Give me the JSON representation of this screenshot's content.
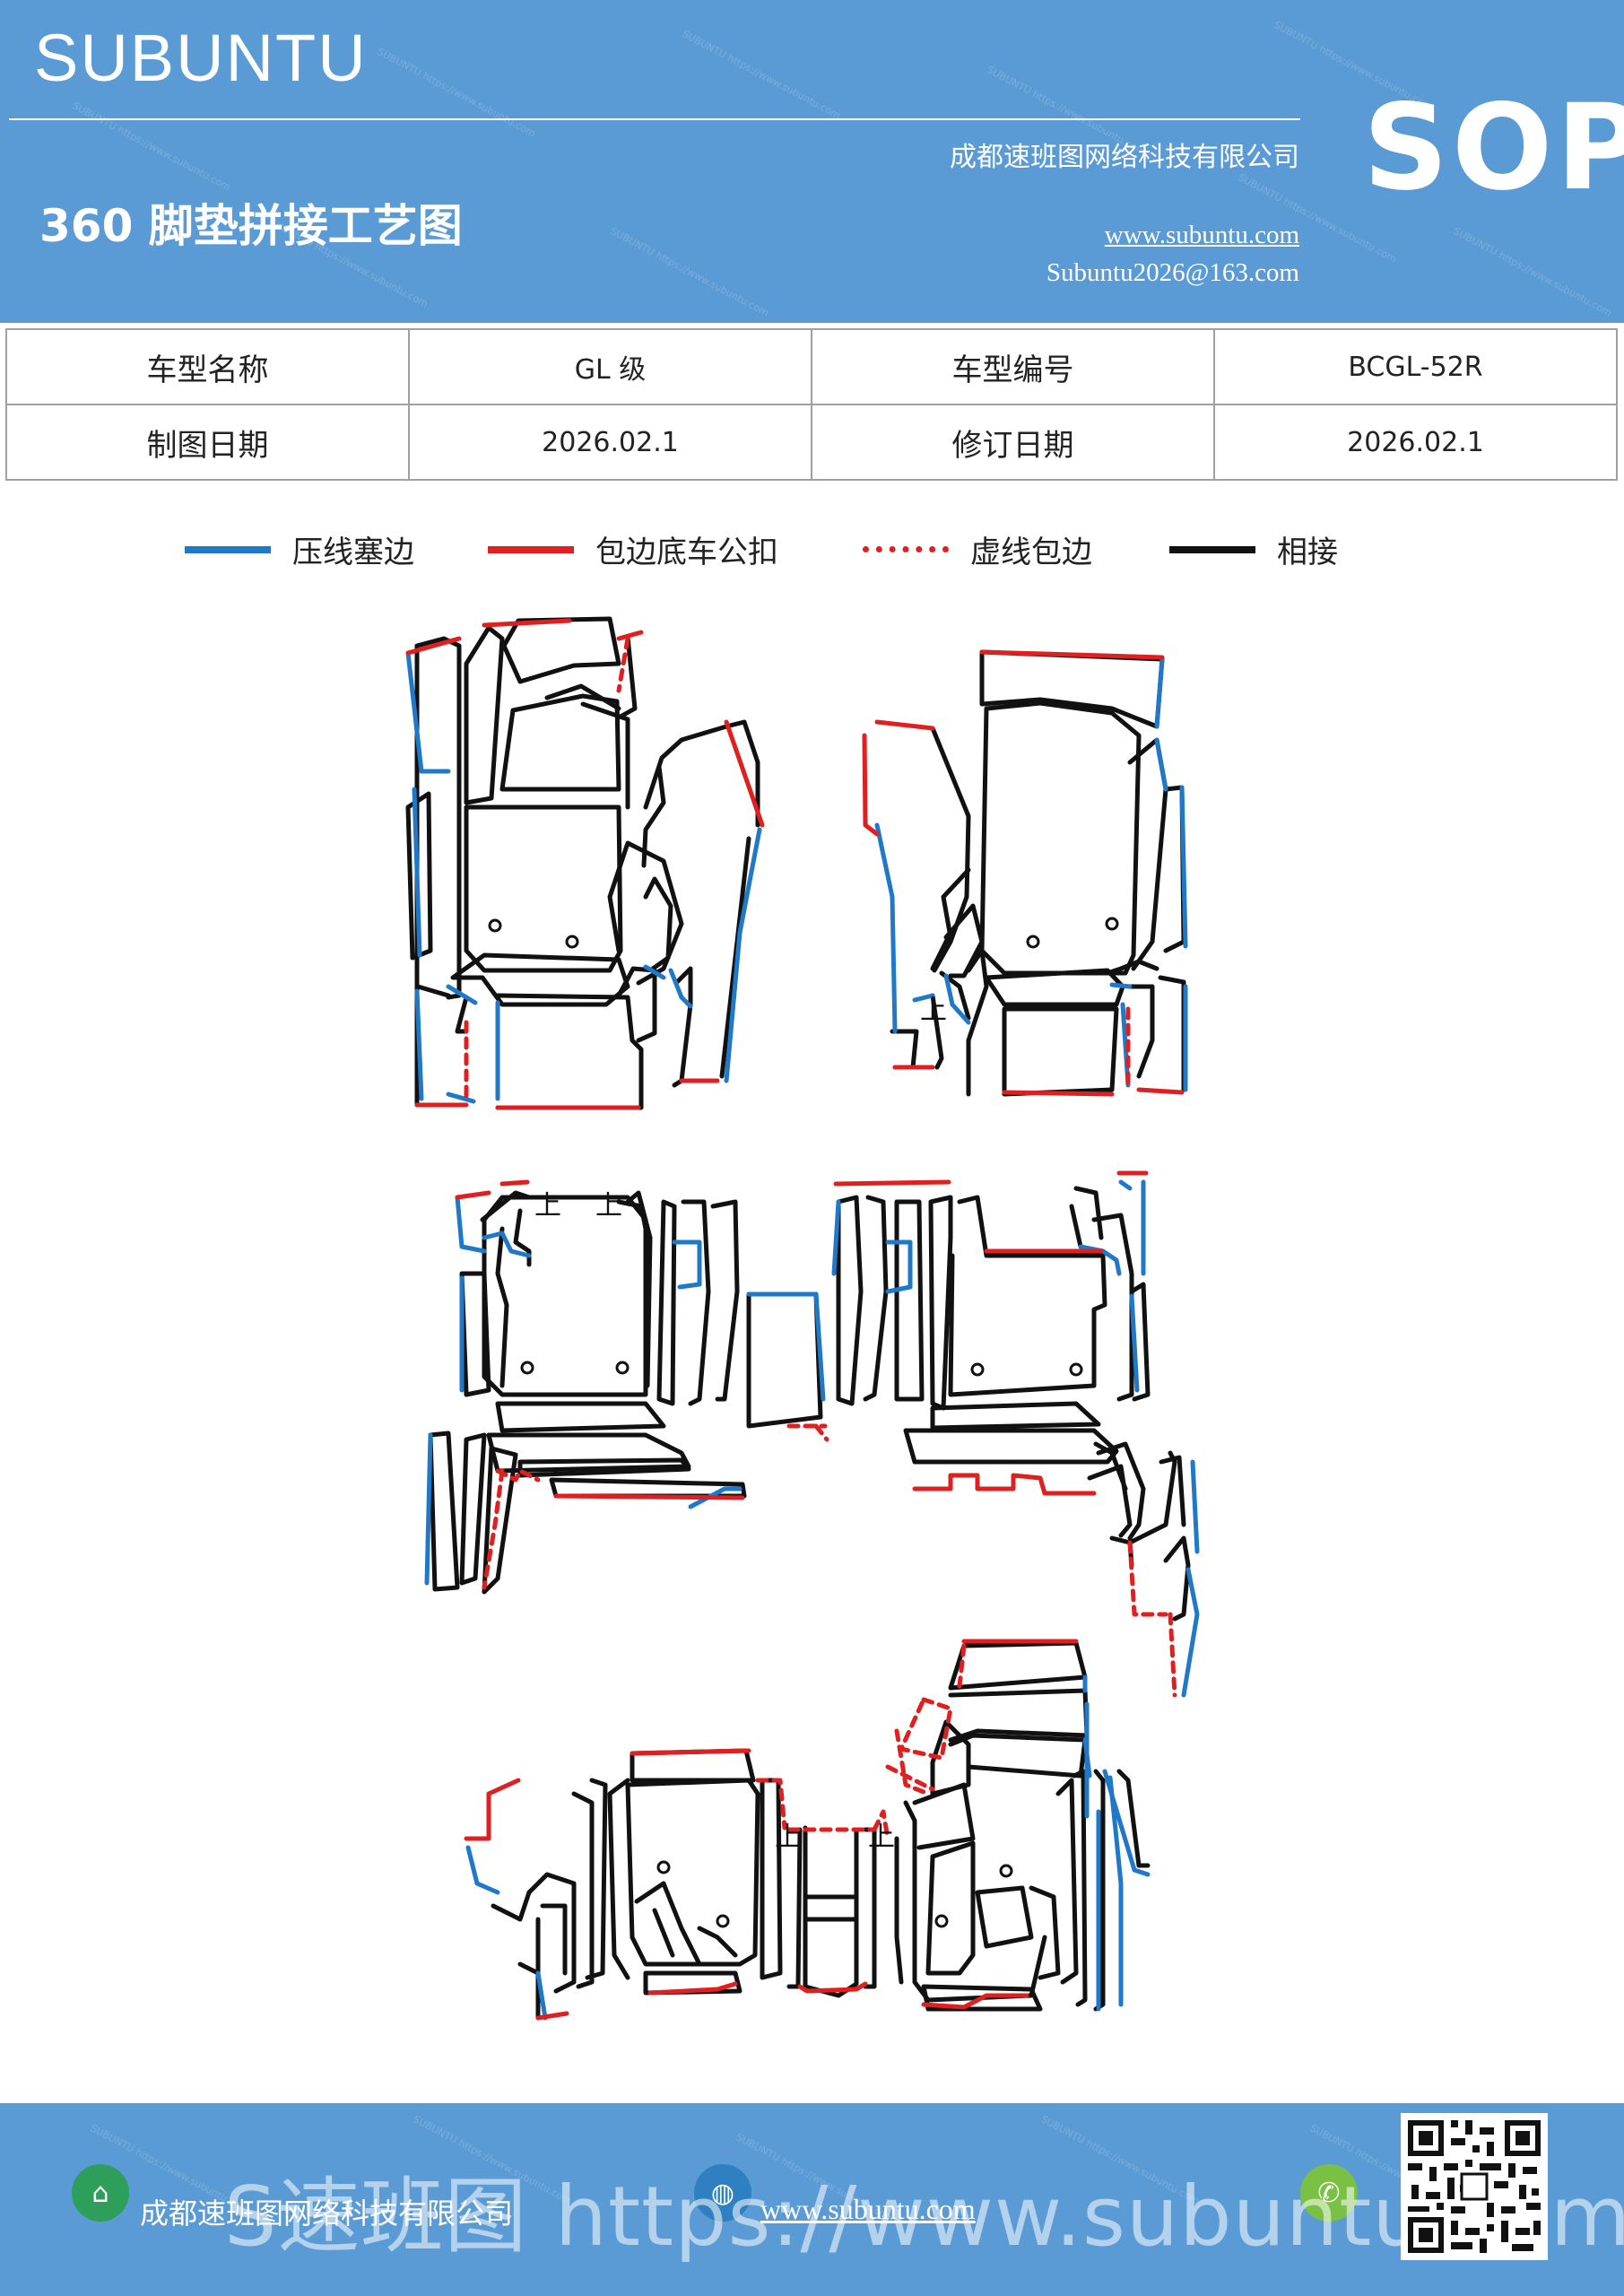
{
  "header": {
    "brand": "SUBUNTU",
    "company": "成都速班图网络科技有限公司",
    "website": "www.subuntu.com",
    "email": "Subuntu2026@163.com",
    "badge": "SOP",
    "doc_title": "360 脚垫拼接工艺图",
    "bg_color": "#5b9bd5"
  },
  "info_table": {
    "rows": [
      {
        "label1": "车型名称",
        "value1": "GL 级",
        "label2": "车型编号",
        "value2": "BCGL-52R"
      },
      {
        "label1": "制图日期",
        "value1": "2026.02.1",
        "label2": "修订日期",
        "value2": "2026.02.1"
      }
    ]
  },
  "legend": [
    {
      "label": "压线塞边",
      "color": "#1f78c8",
      "style": "solid"
    },
    {
      "label": "包边底车公扣",
      "color": "#e02020",
      "style": "solid"
    },
    {
      "label": "虚线包边",
      "color": "#e02020",
      "style": "dotted"
    },
    {
      "label": "相接",
      "color": "#111111",
      "style": "solid"
    }
  ],
  "diagram": {
    "marker_text": "上"
  },
  "footer": {
    "company": "成都速班图网络科技有限公司",
    "website": "www.subuntu.com",
    "overlay_text": "S速班图 https://www.subuntu.com",
    "bg_color": "#5b9bd5",
    "icons": [
      "building-icon",
      "globe-icon",
      "wechat-icon",
      "qr-code"
    ]
  }
}
